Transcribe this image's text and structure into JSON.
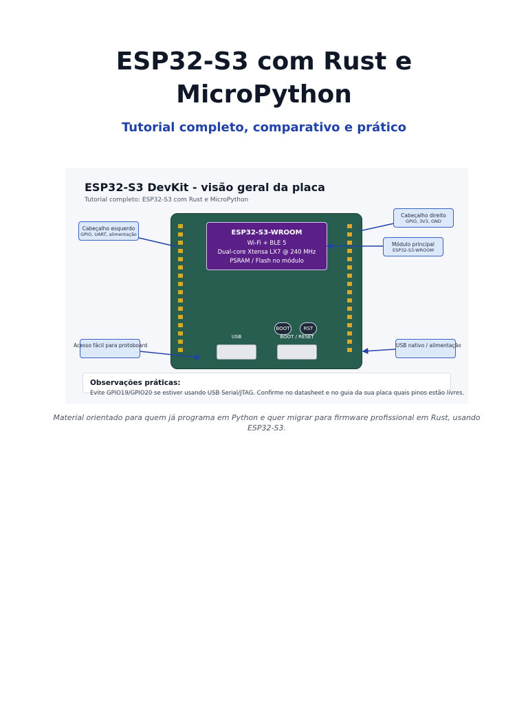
{
  "header": {
    "title_line1": "ESP32-S3 com Rust e",
    "title_line2": "MicroPython",
    "subtitle": "Tutorial completo, comparativo e prático"
  },
  "figure": {
    "title": "ESP32-S3 DevKit - visão geral da placa",
    "subtitle": "Tutorial completo: ESP32-S3 com Rust e MicroPython",
    "module": {
      "name": "ESP32-S3-WROOM",
      "line1": "Wi-Fi + BLE 5",
      "line2": "Dual-core Xtensa LX7 @ 240 MHz",
      "line3": "PSRAM / Flash no módulo"
    },
    "buttons": {
      "boot": "BOOT",
      "rst": "RST"
    },
    "ports": {
      "usb": "USB",
      "boot_reset": "BOOT / RESET"
    },
    "callouts": {
      "left_header_title": "Cabeçalho esquerdo",
      "left_header_desc": "GPIO, UART, alimentação",
      "right_header_title": "Cabeçalho direito",
      "right_header_desc": "GPIO, 3V3, GND",
      "main_module_title": "Módulo principal",
      "main_module_desc": "ESP32-S3-WROOM",
      "breadboard": "Acesso fácil para protoboard",
      "usb_native": "USB nativo / alimentação"
    },
    "notes": {
      "title": "Observações práticas:",
      "text": "Evite GPIO19/GPIO20 se estiver usando USB Serial/JTAG. Confirme no datasheet e no guia da sua placa quais pinos estão livres."
    },
    "colors": {
      "board": "#275e4f",
      "module": "#5a2088",
      "pins": "#d8a928",
      "callout_border": "#3b5fc0"
    }
  },
  "caption": "Material orientado para quem já programa em Python e quer migrar para firmware profissional em Rust, usando ESP32-S3."
}
